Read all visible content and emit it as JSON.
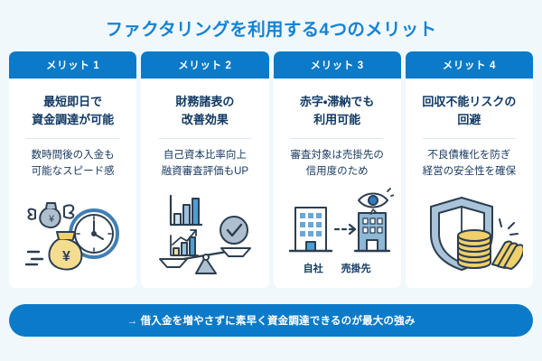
{
  "page": {
    "title": "ファクタリングを利用する4つのメリット",
    "background_color": "#f1f8fc",
    "title_color": "#1583d4",
    "accent_color": "#0b7ac8",
    "heading_color": "#123a63"
  },
  "cards": [
    {
      "badge": "メリット 1",
      "heading": "最短即日で\n資金調達が可能",
      "subtext": "数時間後の入金も\n可能なスピード感",
      "illustration": "money-bag-wings-clock-illustration"
    },
    {
      "badge": "メリット 2",
      "heading": "財務諸表の\n改善効果",
      "subtext": "自己資本比率向上\n融資審査評価もUP",
      "illustration": "bar-chart-balance-scale-illustration"
    },
    {
      "badge": "メリット 3",
      "heading": "赤字・滞納でも\n利用可能",
      "subtext": "審査対象は売掛先の\n信用度のため",
      "illustration": "two-buildings-eye-illustration",
      "labels": {
        "left": "自社",
        "right": "売掛先"
      }
    },
    {
      "badge": "メリット 4",
      "heading": "回収不能リスクの\n回避",
      "subtext": "不良債権化を防ぎ\n経営の安全性を確保",
      "illustration": "shield-coins-illustration"
    }
  ],
  "banner": {
    "text": "→ 借入金を増やさずに素早く資金調達できるのが最大の強み"
  }
}
